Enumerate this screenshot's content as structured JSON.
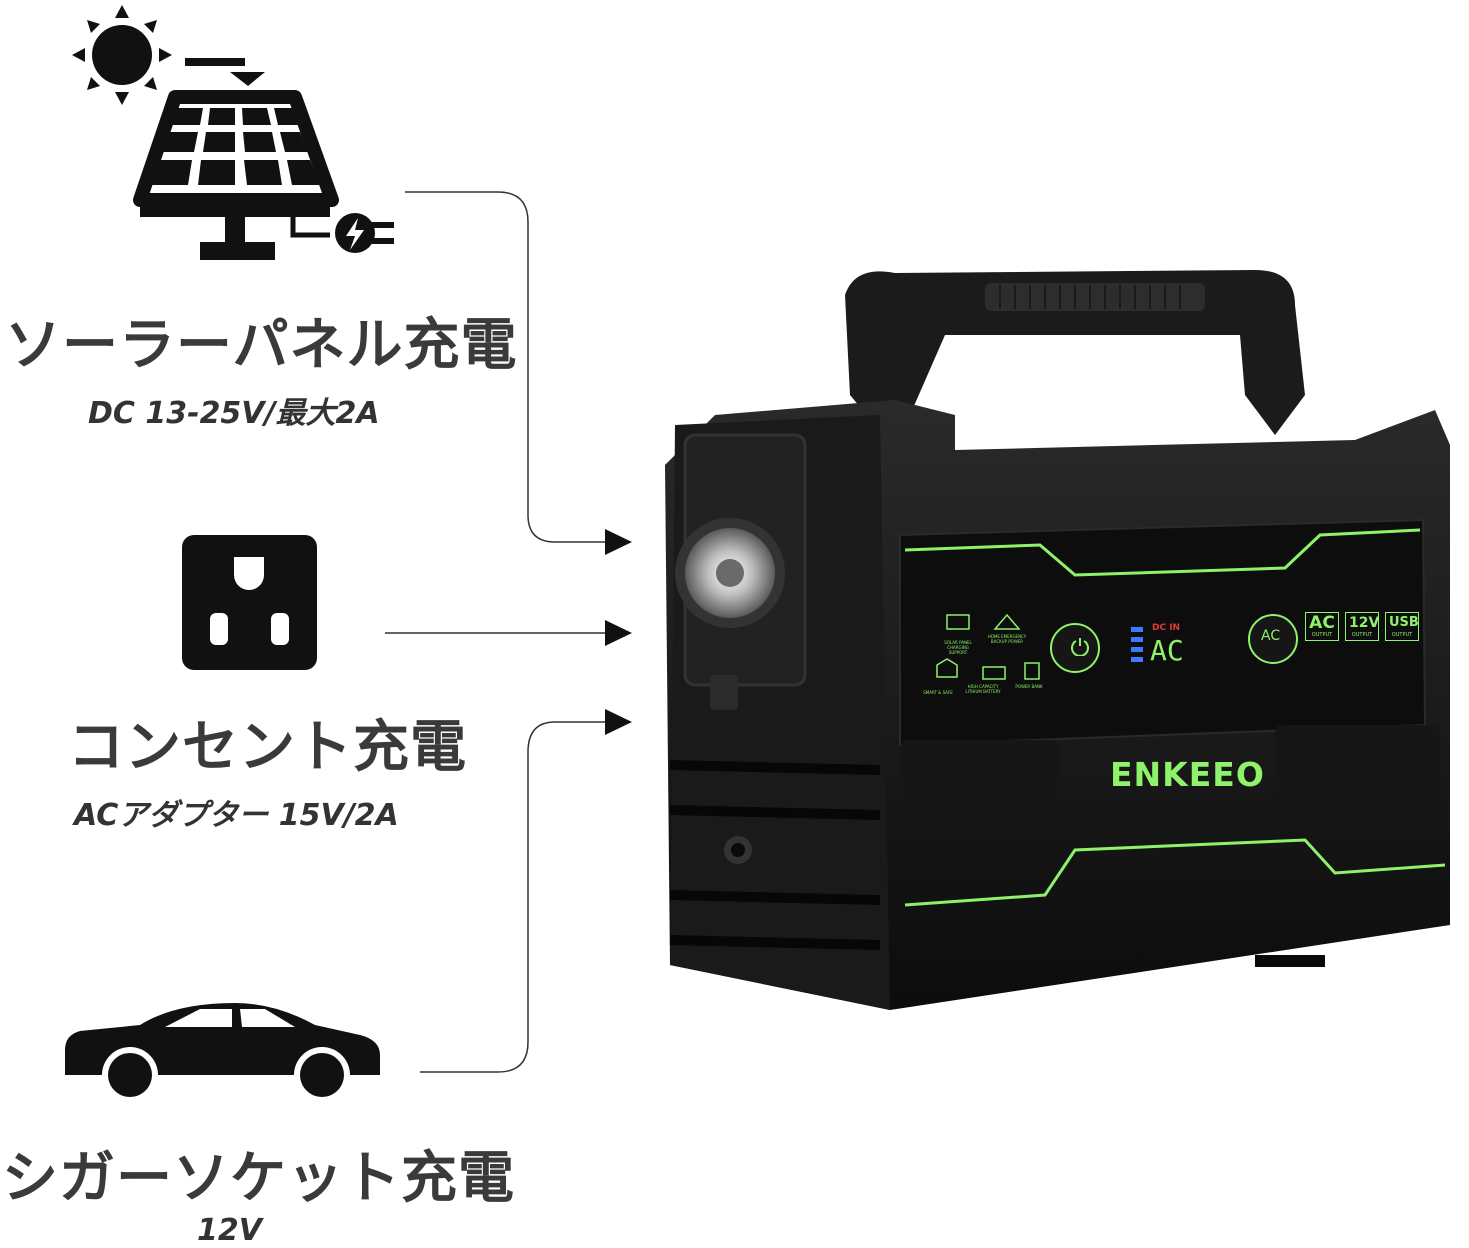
{
  "solar": {
    "title": "ソーラーパネル充電",
    "spec": "DC 13-25V/最大2A"
  },
  "outlet": {
    "title": "コンセント充電",
    "spec": "ACアダプター 15V/2A"
  },
  "car": {
    "title": "シガーソケット充電",
    "spec": "12V"
  },
  "device": {
    "brand": "ENKEEO",
    "display_text": "AC",
    "display_label": "DC IN",
    "ac_button": "AC",
    "outputs": [
      {
        "main": "AC",
        "sub": "OUTPUT"
      },
      {
        "main": "12V",
        "sub": "OUTPUT"
      },
      {
        "main": "USB",
        "sub": "OUTPUT"
      }
    ],
    "features": [
      {
        "line1": "SOLAR PANEL",
        "line2": "CHARGING SUPPORT"
      },
      {
        "line1": "HOME EMERGENCY",
        "line2": "BACKUP POWER"
      },
      {
        "line1": "SMART & SAFE",
        "line2": ""
      },
      {
        "line1": "HIGH CAPACITY",
        "line2": "LITHIUM BATTERY"
      },
      {
        "line1": "POWER BANK",
        "line2": ""
      }
    ]
  },
  "colors": {
    "accent_green": "#8ef26a",
    "body": "#141414",
    "text": "#3a3a3a"
  }
}
